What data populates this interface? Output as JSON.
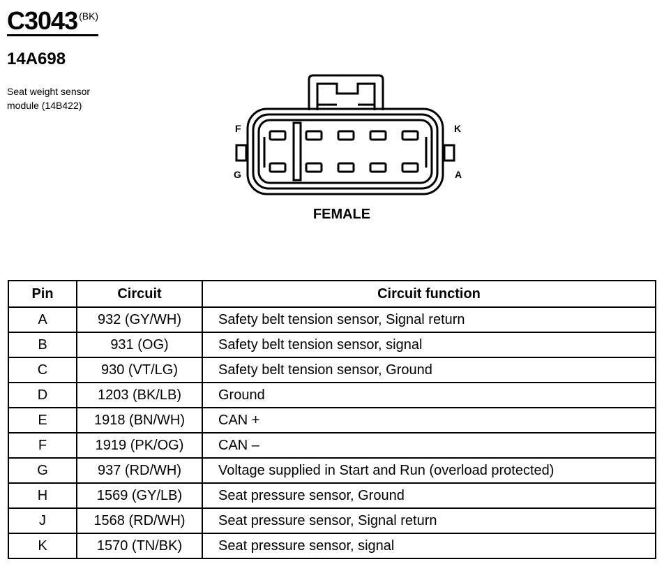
{
  "header": {
    "connector_id": "C3043",
    "color_code": "(BK)",
    "part_number": "14A698",
    "module_line1": "Seat weight sensor",
    "module_line2": "module (14B422)"
  },
  "diagram": {
    "label_top_left": "F",
    "label_bottom_left": "G",
    "label_top_right": "K",
    "label_bottom_right": "A",
    "gender": "FEMALE"
  },
  "table": {
    "headers": [
      "Pin",
      "Circuit",
      "Circuit function"
    ],
    "rows": [
      {
        "pin": "A",
        "circuit": "932 (GY/WH)",
        "function": "Safety belt tension sensor, Signal return"
      },
      {
        "pin": "B",
        "circuit": "931 (OG)",
        "function": "Safety belt tension sensor, signal"
      },
      {
        "pin": "C",
        "circuit": "930 (VT/LG)",
        "function": "Safety belt tension sensor, Ground"
      },
      {
        "pin": "D",
        "circuit": "1203 (BK/LB)",
        "function": "Ground"
      },
      {
        "pin": "E",
        "circuit": "1918 (BN/WH)",
        "function": "CAN +"
      },
      {
        "pin": "F",
        "circuit": "1919 (PK/OG)",
        "function": "CAN –"
      },
      {
        "pin": "G",
        "circuit": "937 (RD/WH)",
        "function": "Voltage supplied in Start and Run (overload protected)"
      },
      {
        "pin": "H",
        "circuit": "1569 (GY/LB)",
        "function": "Seat pressure sensor, Ground"
      },
      {
        "pin": "J",
        "circuit": "1568 (RD/WH)",
        "function": "Seat pressure sensor, Signal return"
      },
      {
        "pin": "K",
        "circuit": "1570 (TN/BK)",
        "function": "Seat pressure sensor, signal"
      }
    ]
  }
}
